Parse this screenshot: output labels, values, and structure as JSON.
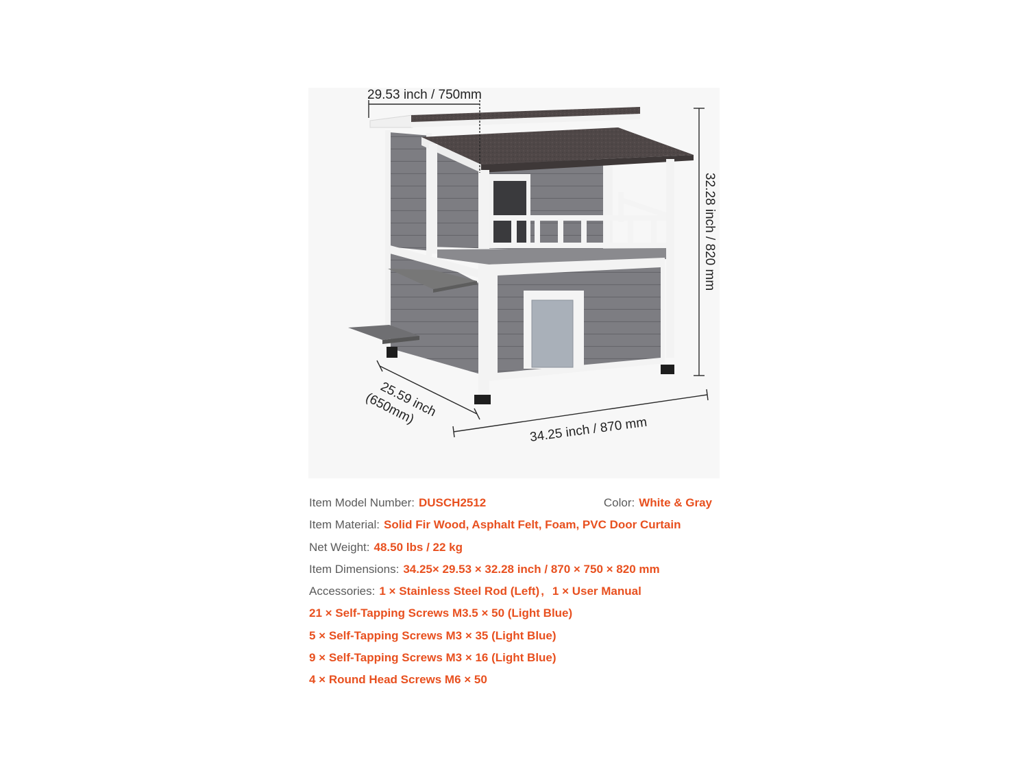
{
  "dimensions": {
    "depth_top": "29.53 inch / 750mm",
    "height": "32.28 inch / 820 mm",
    "depth_line1": "25.59 inch",
    "depth_line2": "(650mm)",
    "width": "34.25 inch / 870 mm"
  },
  "specs": {
    "model_label": "Item Model Number:",
    "model_value": "DUSCH2512",
    "color_label": "Color:",
    "color_value": "White & Gray",
    "material_label": "Item Material:",
    "material_value": "Solid Fir Wood, Asphalt Felt, Foam, PVC Door Curtain",
    "weight_label": "Net Weight:",
    "weight_value": "48.50 lbs / 22 kg",
    "dimensions_label": "Item Dimensions:",
    "dimensions_value": "34.25× 29.53 × 32.28 inch / 870 × 750 × 820 mm",
    "accessories_label": "Accessories:",
    "accessories": [
      "1 × Stainless Steel Rod (Left)",
      "1 × User Manual",
      "21 × Self-Tapping Screws M3.5 × 50 (Light Blue)",
      "5 × Self-Tapping Screws M3 × 35 (Light Blue)",
      "9 × Self-Tapping Screws M3 × 16 (Light Blue)",
      "4 × Round Head Screws M6 × 50"
    ],
    "accessories_separator": ","
  },
  "colors": {
    "accent": "#e8501f",
    "label": "#5a5a5a",
    "wall_gray": "#7c7c80",
    "trim_white": "#f4f4f4",
    "roof": "#4d4545"
  }
}
